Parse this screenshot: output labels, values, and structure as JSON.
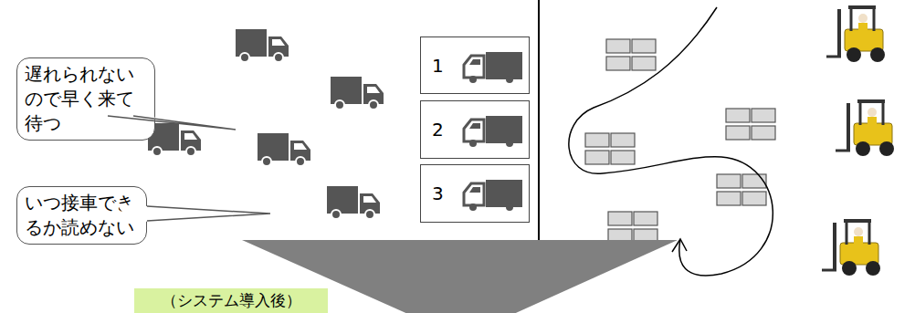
{
  "diagram": {
    "nodes": [
      {
        "text": [
          "遅れられないので早く来て待つ"
        ]
      },
      {
        "text": [
          "いつ接車できるか読めない"
        ]
      },
      {
        "text": [
          "1"
        ]
      },
      {
        "text": [
          "2"
        ]
      },
      {
        "text": [
          "3"
        ]
      },
      {
        "text": [
          "（システム導入後）"
        ]
      }
    ]
  }
}
